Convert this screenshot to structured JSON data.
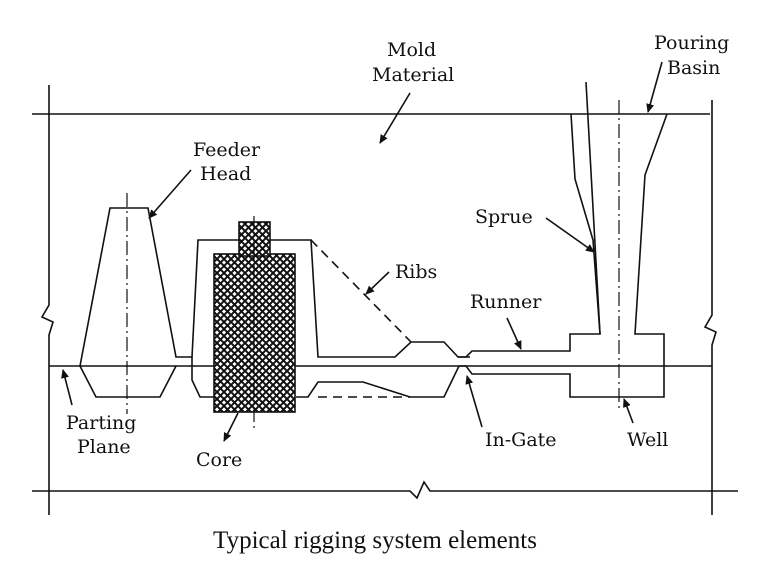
{
  "diagram": {
    "title": "Typical rigging system elements",
    "labels": {
      "mold_material_1": "Mold",
      "mold_material_2": "Material",
      "pouring_basin_1": "Pouring",
      "pouring_basin_2": "Basin",
      "feeder_head_1": "Feeder",
      "feeder_head_2": "Head",
      "sprue": "Sprue",
      "ribs": "Ribs",
      "runner": "Runner",
      "parting_plane_1": "Parting",
      "parting_plane_2": "Plane",
      "core": "Core",
      "in_gate": "In-Gate",
      "well": "Well"
    },
    "colors": {
      "line": "#111111",
      "background": "#ffffff"
    }
  }
}
